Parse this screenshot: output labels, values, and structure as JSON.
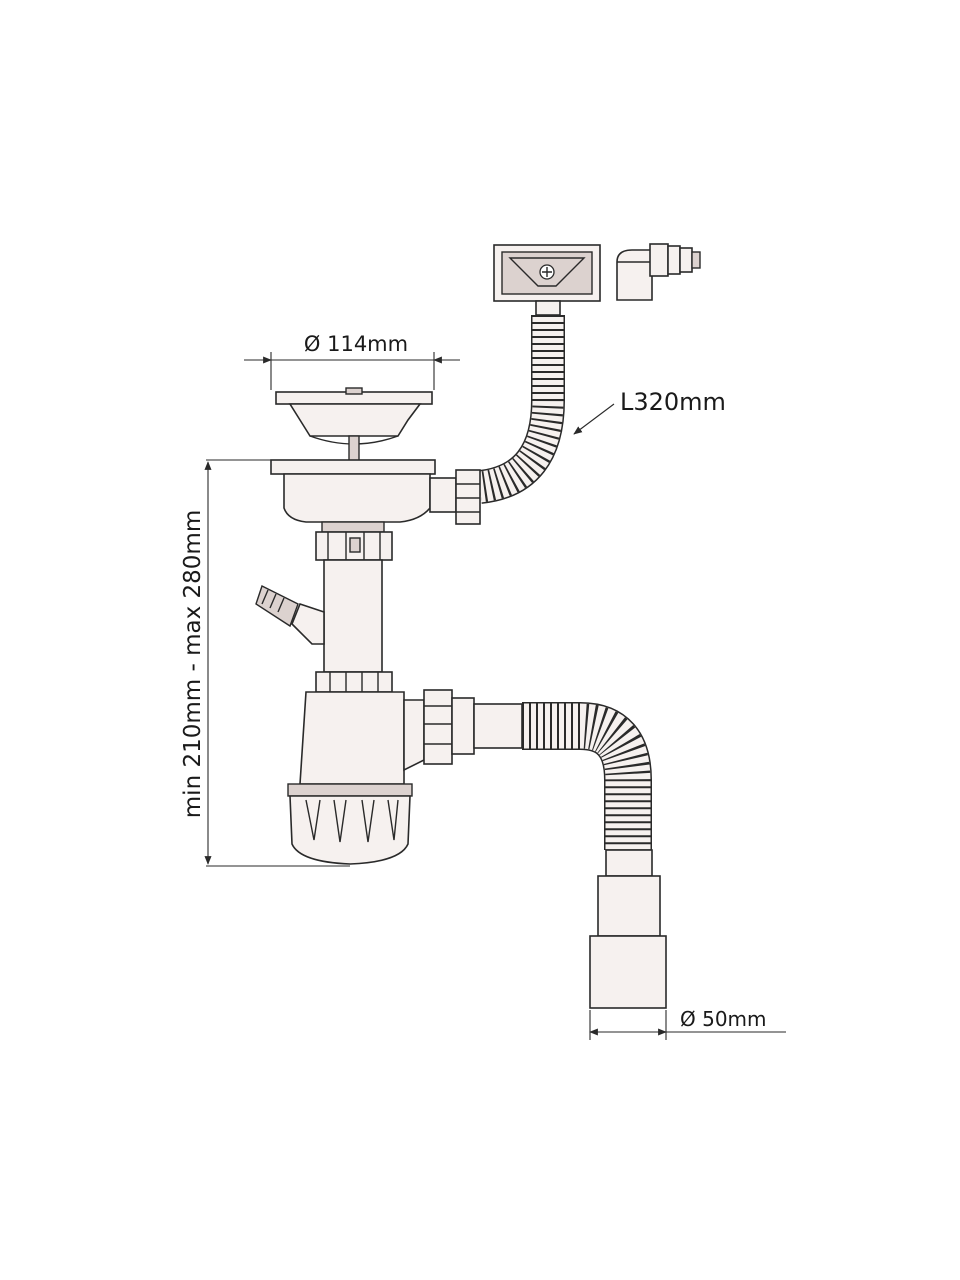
{
  "diagram": {
    "labels": {
      "strainer_diameter": "Ø 114mm",
      "overflow_hose_length": "L320mm",
      "height_range": "min 210mm - max 280mm",
      "outlet_diameter": "Ø 50mm"
    },
    "colors": {
      "stroke": "#2a2a2a",
      "fill": "#f6f1ef",
      "shade": "#dcd2cf"
    }
  }
}
